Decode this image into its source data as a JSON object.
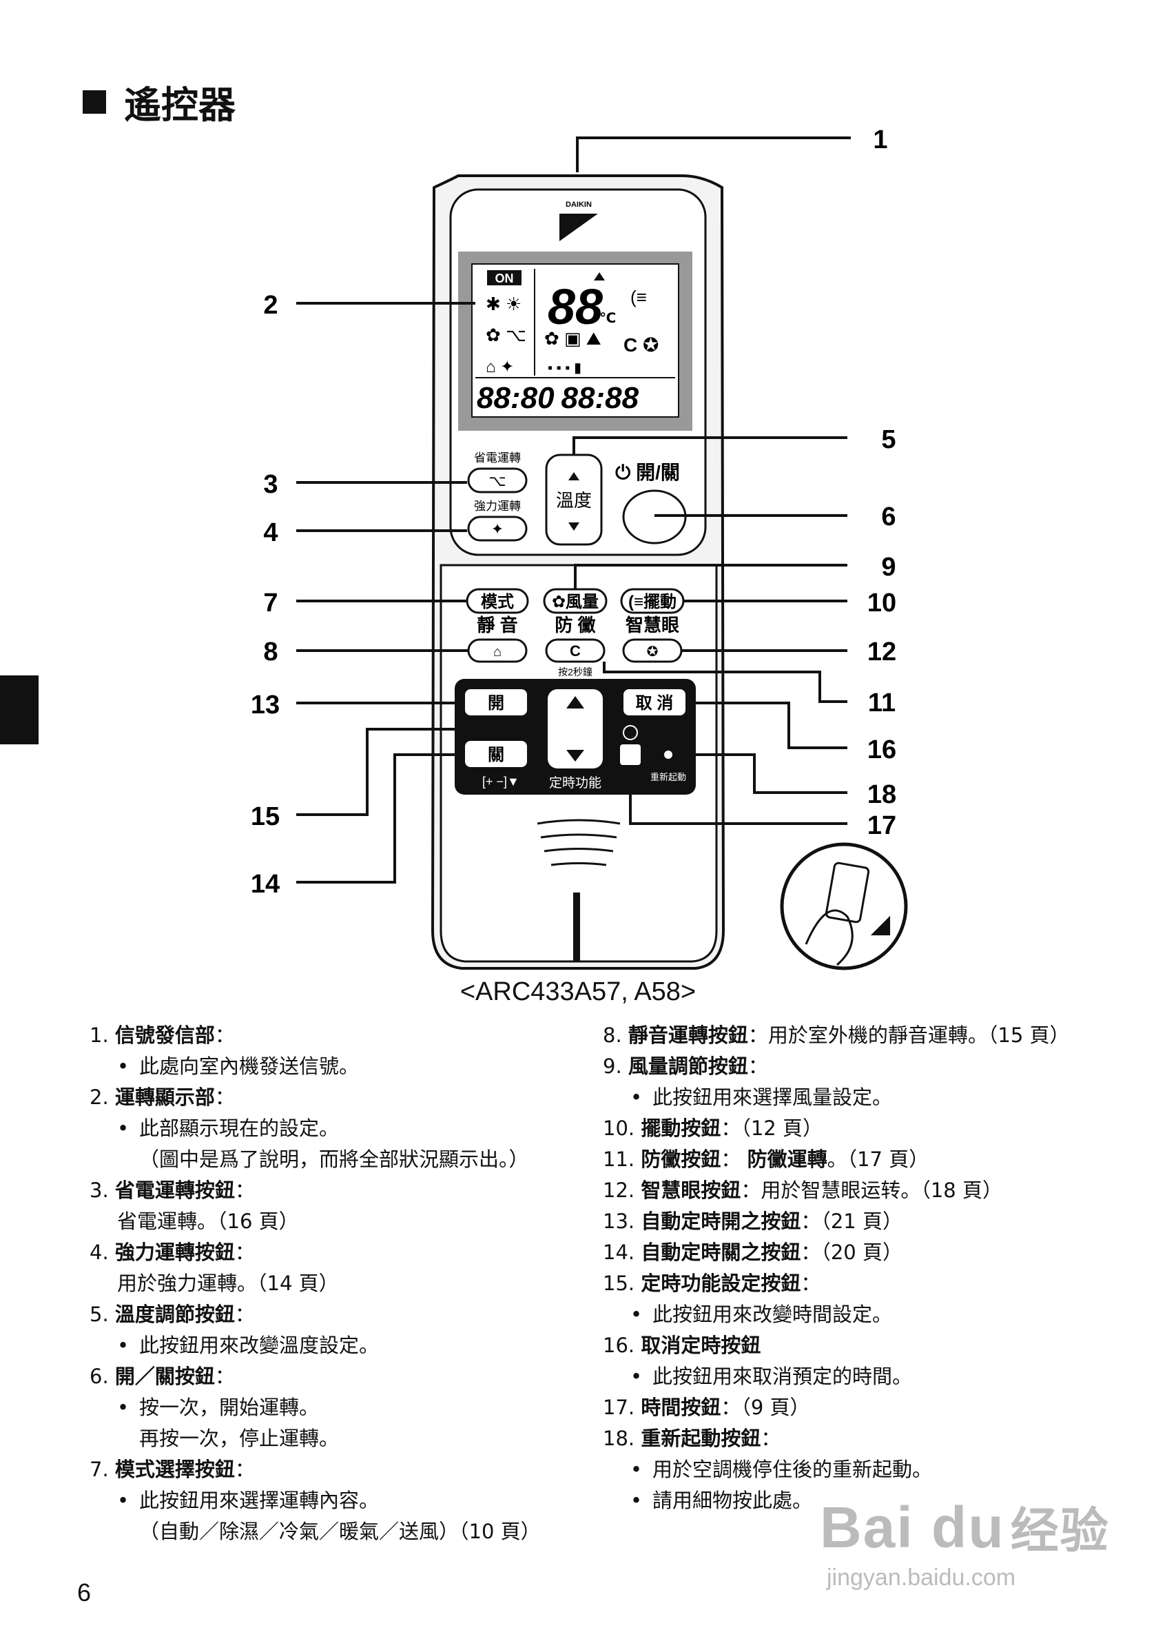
{
  "heading": "遙控器",
  "model": "<ARC433A57, A58>",
  "page_number": "6",
  "watermark": {
    "brand_latin": "Bai du",
    "brand_cn": "经验",
    "url": "jingyan.baidu.com"
  },
  "remote": {
    "brand": "DAIKIN",
    "lcd": {
      "on": "ON",
      "temp": "88",
      "unit": "℃",
      "timer": "88:80",
      "timer2": "88:88"
    },
    "buttons": {
      "econo_label": "省電運轉",
      "powerful_label": "強力運轉",
      "temp_label": "溫度",
      "onoff_label": "開/關",
      "mode": "模式",
      "fan": "風量",
      "swing": "擺動",
      "quiet_label": "靜 音",
      "mold_label": "防 黴",
      "mold_note": "按2秒鐘",
      "eye_label": "智慧眼",
      "on_timer": "開",
      "off_timer": "關",
      "cancel": "取 消",
      "timer_func": "定時功能",
      "reset": "重新起動"
    }
  },
  "callouts": [
    "1",
    "2",
    "3",
    "4",
    "5",
    "6",
    "7",
    "8",
    "9",
    "10",
    "11",
    "12",
    "13",
    "14",
    "15",
    "16",
    "17",
    "18"
  ],
  "left_list": [
    {
      "num": "1.",
      "title": "信號發信部",
      "rest": "：",
      "sub": [
        {
          "b": "•",
          "t": "此處向室內機發送信號。"
        }
      ]
    },
    {
      "num": "2.",
      "title": "運轉顯示部",
      "rest": "：",
      "sub": [
        {
          "b": "•",
          "t": "此部顯示現在的設定。"
        },
        {
          "b": "",
          "t": "（圖中是爲了說明，而將全部狀況顯示出。）"
        }
      ]
    },
    {
      "num": "3.",
      "title": "省電運轉按鈕",
      "rest": "：",
      "sub": [
        {
          "b": "",
          "t": "省電運轉。（16 頁）",
          "plain": true
        }
      ]
    },
    {
      "num": "4.",
      "title": "強力運轉按鈕",
      "rest": "：",
      "sub": [
        {
          "b": "",
          "t": "用於強力運轉。（14 頁）",
          "plain": true
        }
      ]
    },
    {
      "num": "5.",
      "title": "溫度調節按鈕",
      "rest": "：",
      "sub": [
        {
          "b": "•",
          "t": "此按鈕用來改變溫度設定。"
        }
      ]
    },
    {
      "num": "6.",
      "title": "開／關按鈕",
      "rest": "：",
      "sub": [
        {
          "b": "•",
          "t": "按一次，開始運轉。"
        },
        {
          "b": "",
          "t": "再按一次，停止運轉。"
        }
      ]
    },
    {
      "num": "7.",
      "title": "模式選擇按鈕",
      "rest": "：",
      "sub": [
        {
          "b": "•",
          "t": "此按鈕用來選擇運轉內容。"
        },
        {
          "b": "",
          "t": "（自動／除濕／冷氣／暖氣／送風）（10 頁）"
        }
      ]
    }
  ],
  "right_list": [
    {
      "num": "8.",
      "title": "靜音運轉按鈕",
      "rest": "：用於室外機的靜音運轉。（15 頁）",
      "sub": []
    },
    {
      "num": "9.",
      "title": "風量調節按鈕",
      "rest": "：",
      "sub": [
        {
          "b": "•",
          "t": "此按鈕用來選擇風量設定。"
        }
      ]
    },
    {
      "num": "10.",
      "title": "擺動按鈕",
      "rest": "：（12 頁）",
      "sub": []
    },
    {
      "num": "11.",
      "title": "防黴按鈕",
      "rest": "： 防黴運轉。（17 頁）",
      "bold_rest": "防黴運轉",
      "sub": []
    },
    {
      "num": "12.",
      "title": "智慧眼按鈕",
      "rest": "：用於智慧眼运转。（18 頁）",
      "sub": []
    },
    {
      "num": "13.",
      "title": "自動定時開之按鈕",
      "rest": "：（21 頁）",
      "sub": []
    },
    {
      "num": "14.",
      "title": "自動定時關之按鈕",
      "rest": "：（20 頁）",
      "sub": []
    },
    {
      "num": "15.",
      "title": "定時功能設定按鈕",
      "rest": "：",
      "sub": [
        {
          "b": "•",
          "t": "此按鈕用來改變時間設定。"
        }
      ]
    },
    {
      "num": "16.",
      "title": "取消定時按鈕",
      "rest": "",
      "sub": [
        {
          "b": "•",
          "t": "此按鈕用來取消預定的時間。"
        }
      ]
    },
    {
      "num": "17.",
      "title": "時間按鈕",
      "rest": "：（9 頁）",
      "sub": []
    },
    {
      "num": "18.",
      "title": "重新起動按鈕",
      "rest": "：",
      "sub": [
        {
          "b": "•",
          "t": "用於空調機停住後的重新起動。"
        },
        {
          "b": "•",
          "t": "請用細物按此處。"
        }
      ]
    }
  ]
}
